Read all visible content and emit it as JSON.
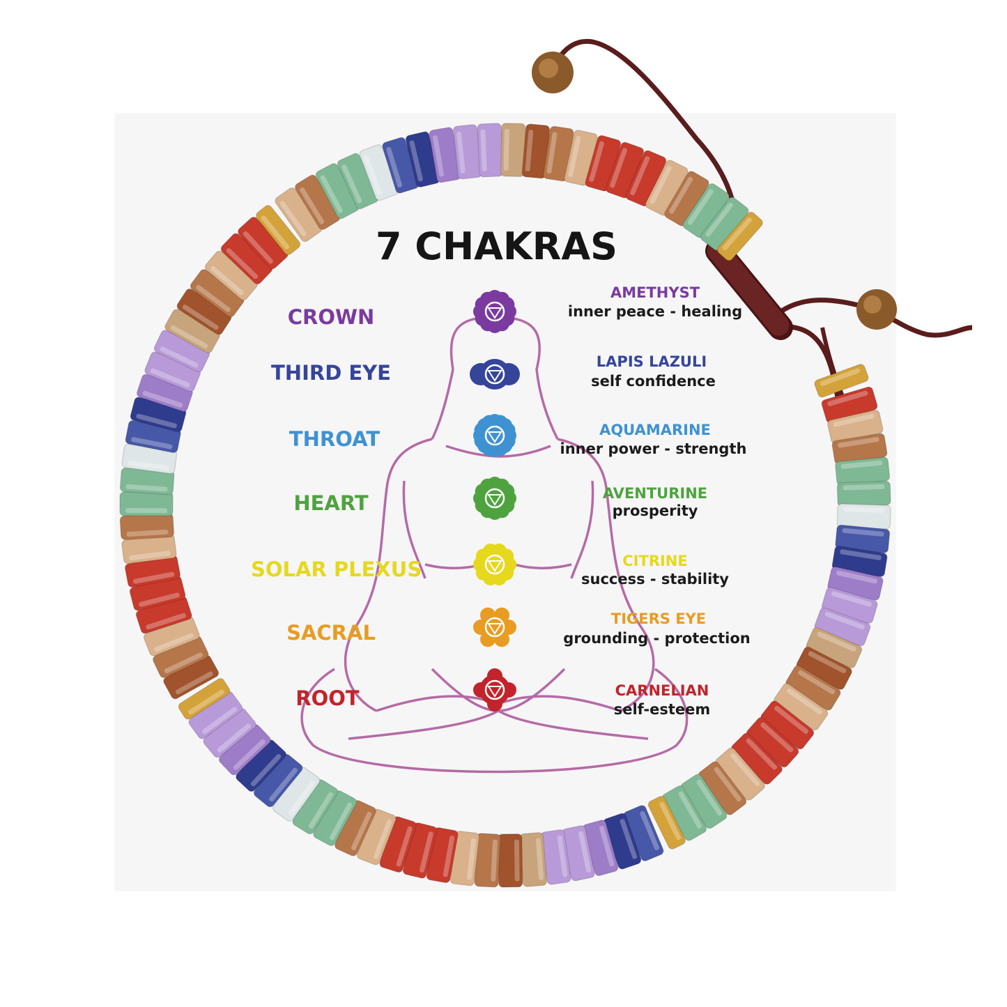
{
  "title": "7 CHAKRAS",
  "chakras": [
    {
      "label": "CROWN",
      "stone": "AMETHYST",
      "meaning": "inner peace - healing",
      "color": "#7b3aa0",
      "icon": "crown-chakra-icon"
    },
    {
      "label": "THIRD EYE",
      "stone": "LAPIS LAZULI",
      "meaning": "self confidence",
      "color": "#35459a",
      "icon": "third-eye-chakra-icon"
    },
    {
      "label": "THROAT",
      "stone": "AQUAMARINE",
      "meaning": "inner power - strength",
      "color": "#3f92d2",
      "icon": "throat-chakra-icon"
    },
    {
      "label": "HEART",
      "stone": "AVENTURINE",
      "meaning": "prosperity",
      "color": "#4fa33f",
      "icon": "heart-chakra-icon"
    },
    {
      "label": "SOLAR PLEXUS",
      "stone": "CITRINE",
      "meaning": "success - stability",
      "color": "#e6d81d",
      "icon": "solar-plexus-chakra-icon"
    },
    {
      "label": "SACRAL",
      "stone": "TIGERS EYE",
      "meaning": "grounding - protection",
      "color": "#e89c22",
      "icon": "sacral-chakra-icon"
    },
    {
      "label": "ROOT",
      "stone": "CARNELIAN",
      "meaning": "self-esteem",
      "color": "#c1242b",
      "icon": "root-chakra-icon"
    }
  ],
  "colors": {
    "figure_outline": "#b56aa6",
    "cord": "#5a1c1c",
    "gold_spacer": "#d4a23a",
    "bead_palette": [
      "#c73a2c",
      "#d9b18a",
      "#b5764a",
      "#7fb894",
      "#dfe6e8",
      "#4758a8",
      "#2f3b8c",
      "#9d7cc8",
      "#b89ad8",
      "#c8a47c",
      "#a0532c"
    ]
  }
}
